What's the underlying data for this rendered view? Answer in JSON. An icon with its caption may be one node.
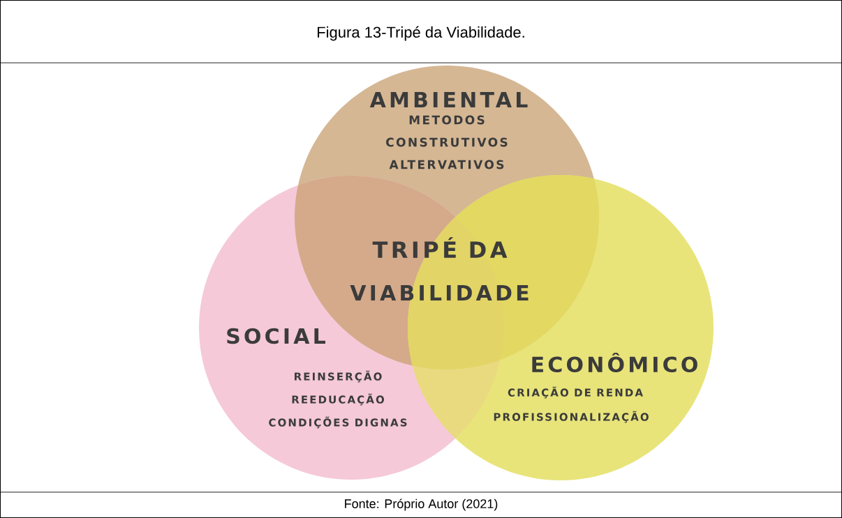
{
  "diagram": {
    "title": "Figura 13-Tripé da Viabilidade.",
    "caption": "Fonte: Próprio Autor (2021)",
    "nodes": [
      {
        "text": [
          "AMBIENTAL",
          "METODOS CONSTRUTIVOS ALTERVATIVOS"
        ]
      },
      {
        "text": [
          "SOCIAL",
          "REINSERÇÃO",
          "REEDUCAÇÃO",
          "CONDIÇÕES DIGNAS"
        ]
      },
      {
        "text": [
          "ECONÔMICO",
          "CRIAÇÃO DE RENDA",
          "PROFISSIONALIZAÇÃO"
        ]
      }
    ],
    "labels": [
      "TRIPÉ DA",
      "VIABILIDADE"
    ]
  }
}
